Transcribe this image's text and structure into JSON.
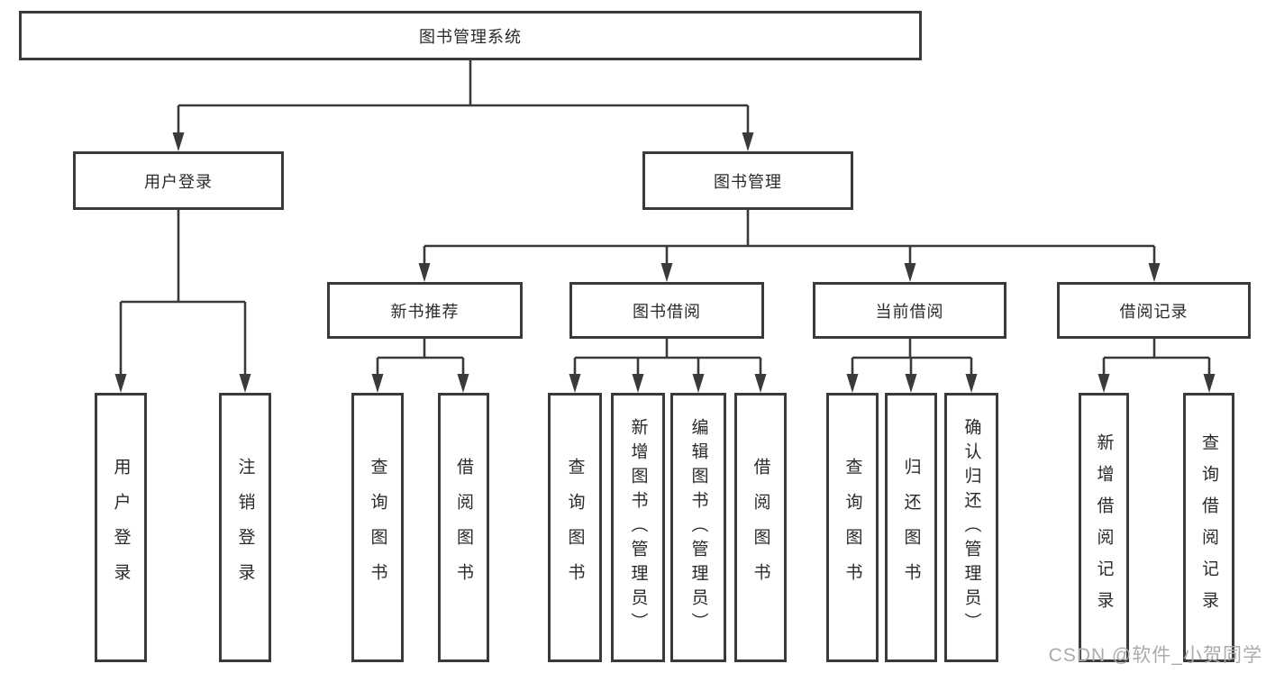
{
  "root": {
    "label": "图书管理系统"
  },
  "branches": [
    {
      "label": "用户登录",
      "leaves": [
        "用户登录",
        "注销登录"
      ],
      "children": []
    },
    {
      "label": "图书管理",
      "leaves": [],
      "children": [
        {
          "label": "新书推荐",
          "leaves": [
            "查询图书",
            "借阅图书"
          ]
        },
        {
          "label": "图书借阅",
          "leaves": [
            "查询图书",
            "新增图书（管理员）",
            "编辑图书（管理员）",
            "借阅图书"
          ]
        },
        {
          "label": "当前借阅",
          "leaves": [
            "查询图书",
            "归还图书",
            "确认归还（管理员）"
          ]
        },
        {
          "label": "借阅记录",
          "leaves": [
            "新增借阅记录",
            "查询借阅记录"
          ]
        }
      ]
    }
  ],
  "watermark": "CSDN @软件_小贺同学",
  "colors": {
    "line": "#3a3a3a",
    "border": "#3a3a3a",
    "text": "#2a2a2a",
    "background": "#ffffff",
    "watermark": "#ababab"
  }
}
